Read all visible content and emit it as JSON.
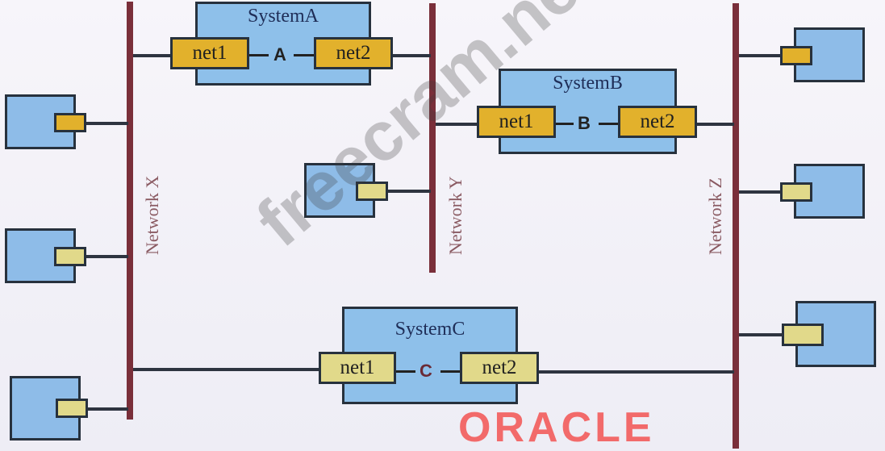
{
  "networks": [
    {
      "id": "x",
      "label": "Network X"
    },
    {
      "id": "y",
      "label": "Network Y"
    },
    {
      "id": "z",
      "label": "Network Z"
    }
  ],
  "systems": [
    {
      "id": "a",
      "title": "SystemA",
      "link": "A",
      "iface1": "net1",
      "iface2": "net2"
    },
    {
      "id": "b",
      "title": "SystemB",
      "link": "B",
      "iface1": "net1",
      "iface2": "net2"
    },
    {
      "id": "c",
      "title": "SystemC",
      "link": "C",
      "iface1": "net1",
      "iface2": "net2"
    }
  ],
  "watermark": "freecram.net",
  "logo": "ORACLE",
  "colors": {
    "network_bar": "#7a2f3a",
    "system_fill": "#8ec0ea",
    "interface_gold": "#e2b12c",
    "interface_pale": "#e1d98a",
    "logo": "#f26a6a"
  }
}
